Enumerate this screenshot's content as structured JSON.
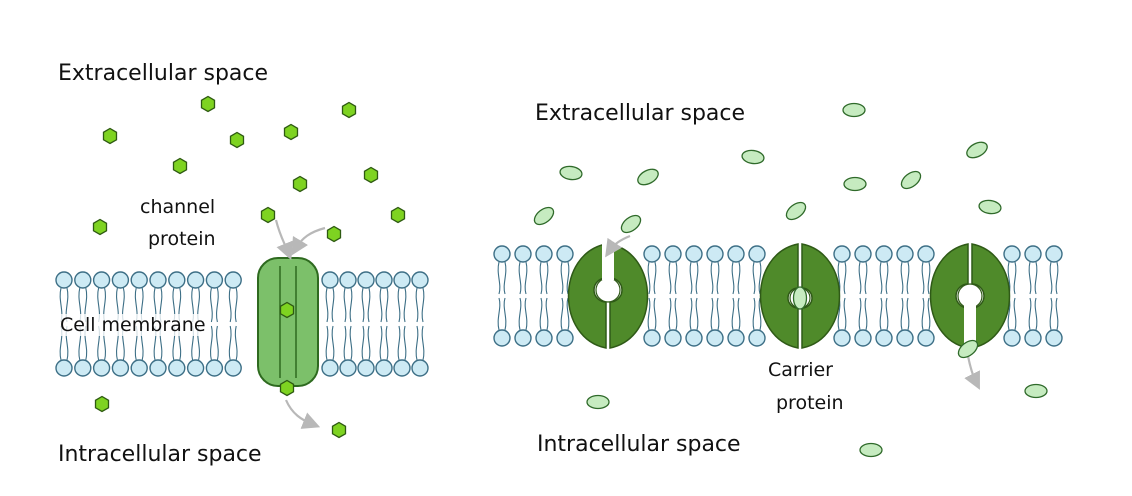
{
  "left_panel": {
    "extracellular_label": "Extracellular space",
    "intracellular_label": "Intracellular space",
    "membrane_label": "Cell membrane",
    "channel_label_line1": "channel",
    "channel_label_line2": "protein"
  },
  "right_panel": {
    "extracellular_label": "Extracellular space",
    "intracellular_label": "Intracellular space",
    "carrier_label_line1": "Carrier",
    "carrier_label_line2": "protein"
  },
  "colors": {
    "phospholipid_head": "#cdeaf4",
    "head_outline": "#3d6f86",
    "channel_fill": "#7cc06a",
    "channel_outline": "#2e6a1f",
    "carrier_fill": "#4f8a2a",
    "hexagon_molecule": "#7ed321",
    "oval_molecule": "#c6ebc0",
    "arrow": "#b8b8b8"
  },
  "icons": {
    "left_molecule": "hexagon-molecule-icon",
    "right_molecule": "oval-molecule-icon"
  }
}
